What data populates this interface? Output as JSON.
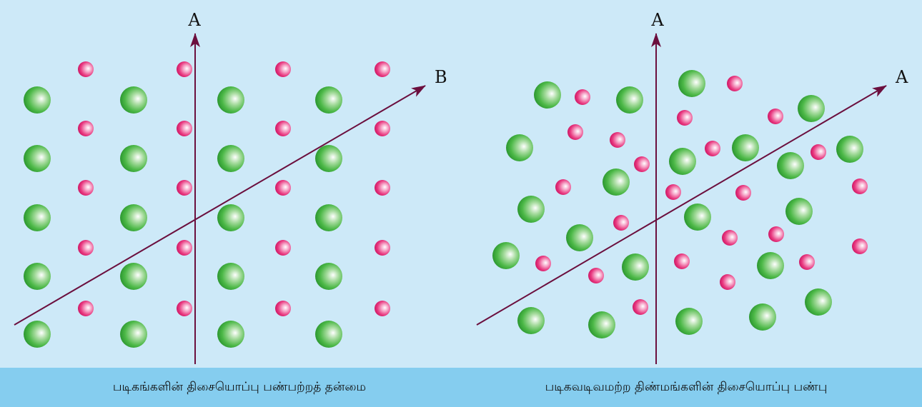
{
  "colors": {
    "background": "#cde9f8",
    "caption_bar": "#85cdef",
    "axis_line": "#6b0f3e",
    "large_sphere": "#3fae3f",
    "small_sphere": "#e8257a"
  },
  "icons": {
    "large_sphere": "green-sphere-icon",
    "small_sphere": "pink-sphere-icon",
    "arrow": "arrowhead-icon"
  },
  "left_panel": {
    "vertical_axis_label": "A",
    "diagonal_axis_label": "B",
    "caption": "படிகங்களின் திசையொப்பு பண்பற்றத் தன்மை"
  },
  "right_panel": {
    "vertical_axis_label": "A",
    "diagonal_axis_label": "A",
    "caption": "படிகவடிவமற்ற திண்மங்களின் திசையொப்பு பண்பு"
  }
}
